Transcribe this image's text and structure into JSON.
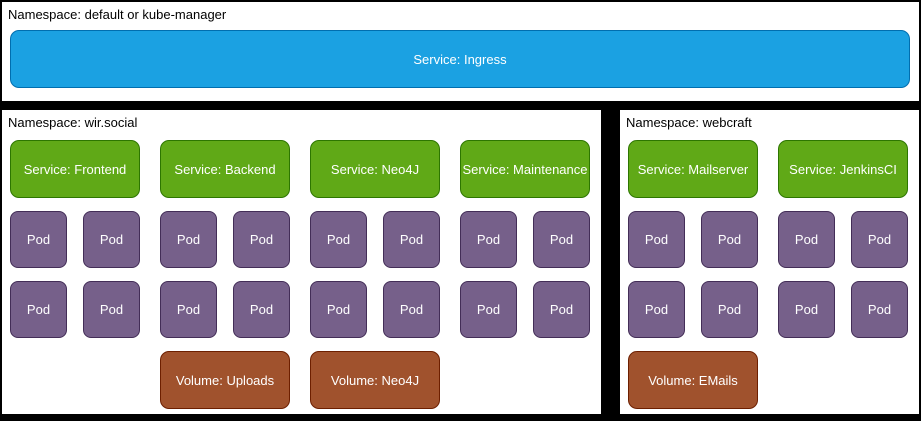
{
  "colors": {
    "page_bg": "#000000",
    "container_bg": "#FFFFFF",
    "ingress_fill": "#1BA1E2",
    "ingress_stroke": "#006EAF",
    "service_fill": "#60A917",
    "service_stroke": "#2D7600",
    "pod_fill": "#76608A",
    "pod_stroke": "#432D57",
    "volume_fill": "#A0522D",
    "volume_stroke": "#6D1F00",
    "box_text": "#FFFFFF",
    "label_text": "#000000"
  },
  "top_namespace": {
    "label": "Namespace: default or kube-manager",
    "service": "Service: Ingress"
  },
  "namespaces": [
    {
      "label": "Namespace: wir.social",
      "groups": [
        {
          "service": "Service: Frontend",
          "pods": [
            "Pod",
            "Pod",
            "Pod",
            "Pod"
          ],
          "volume": null
        },
        {
          "service": "Service: Backend",
          "pods": [
            "Pod",
            "Pod",
            "Pod",
            "Pod"
          ],
          "volume": "Volume: Uploads"
        },
        {
          "service": "Service: Neo4J",
          "pods": [
            "Pod",
            "Pod",
            "Pod",
            "Pod"
          ],
          "volume": "Volume: Neo4J"
        },
        {
          "service": "Service: Maintenance",
          "pods": [
            "Pod",
            "Pod",
            "Pod",
            "Pod"
          ],
          "volume": null
        }
      ]
    },
    {
      "label": "Namespace: webcraft",
      "groups": [
        {
          "service": "Service: Mailserver",
          "pods": [
            "Pod",
            "Pod",
            "Pod",
            "Pod"
          ],
          "volume": "Volume: EMails"
        },
        {
          "service": "Service: JenkinsCI",
          "pods": [
            "Pod",
            "Pod",
            "Pod",
            "Pod"
          ],
          "volume": null
        }
      ]
    }
  ]
}
